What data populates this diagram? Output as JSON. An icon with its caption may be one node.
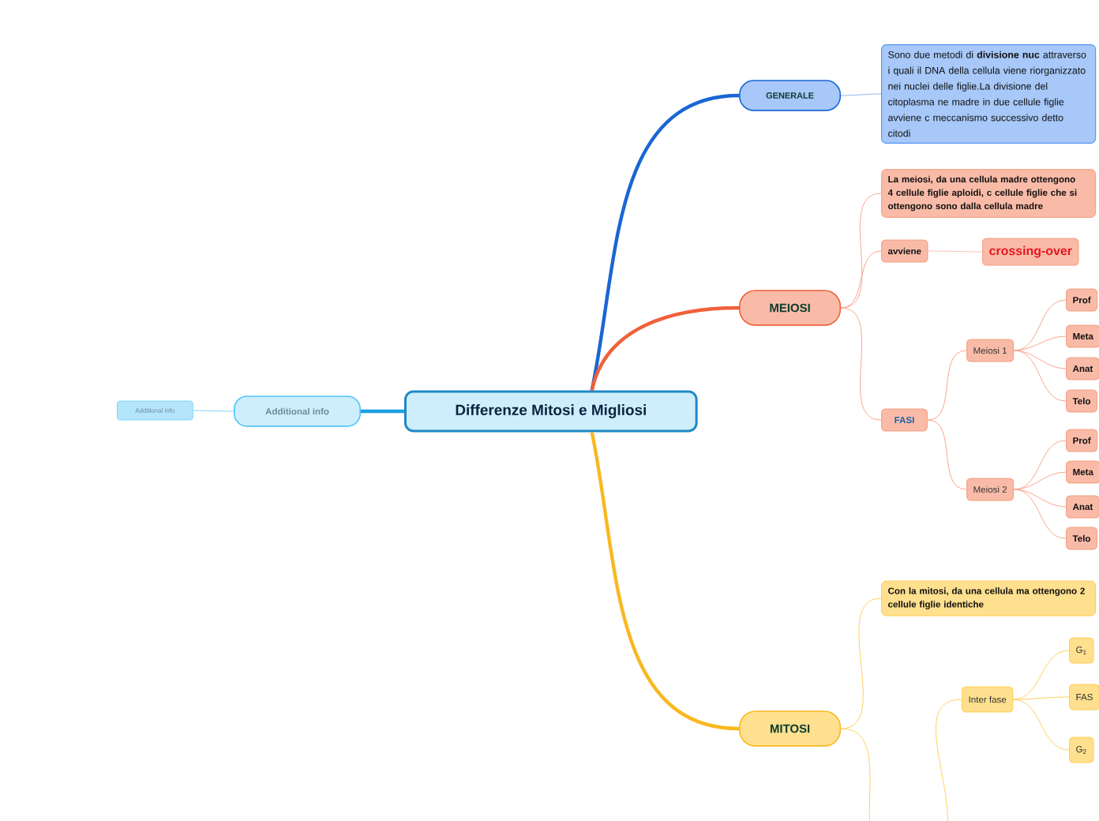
{
  "diagram": {
    "nodes": [
      {
        "text": [
          "Differenze Mitosi e Migliosi"
        ]
      },
      {
        "text": [
          "Additional info"
        ]
      },
      {
        "text": [
          "Additional info"
        ]
      },
      {
        "text": [
          "GENERALE"
        ]
      },
      {
        "text": [
          "Sono due metodi di **divisione nuc** attraverso i quali il DNA della cellula viene riorganizzato nei nuclei delle figlie.La divisione del citoplasma ne madre in due cellule figlie avviene c meccanismo successivo detto citodi"
        ]
      },
      {
        "text": [
          "MEIOSI"
        ]
      },
      {
        "text": [
          "La meiosi, da una cellula madre ottengono 4 cellule figlie aploidi, c cellule figlie che si ottengono sono dalla cellula madre"
        ]
      },
      {
        "text": [
          "avviene"
        ]
      },
      {
        "text": [
          "crossing-over"
        ]
      },
      {
        "text": [
          "FASI"
        ]
      },
      {
        "text": [
          "Meiosi 1"
        ]
      },
      {
        "text": [
          "Prof"
        ]
      },
      {
        "text": [
          "Meta"
        ]
      },
      {
        "text": [
          "Anat"
        ]
      },
      {
        "text": [
          "Telo"
        ]
      },
      {
        "text": [
          "Meiosi 2"
        ]
      },
      {
        "text": [
          "Prof"
        ]
      },
      {
        "text": [
          "Meta"
        ]
      },
      {
        "text": [
          "Anat"
        ]
      },
      {
        "text": [
          "Telo"
        ]
      },
      {
        "text": [
          "MITOSI"
        ]
      },
      {
        "text": [
          "Con la mitosi, da una cellula ma ottengono 2 cellule figlie identiche"
        ]
      },
      {
        "text": [
          "Inter fase"
        ]
      },
      {
        "text": [
          "G$_{1}$"
        ]
      },
      {
        "text": [
          "FAS"
        ]
      },
      {
        "text": [
          "G$_{2}$"
        ]
      }
    ],
    "edges": [
      {
        "from": 0,
        "to": 1,
        "arrow": "none",
        "style": "thick",
        "color": "#1ea0e0"
      },
      {
        "from": 1,
        "to": 2,
        "arrow": "none",
        "color": "#81d4fa"
      },
      {
        "from": 0,
        "to": 3,
        "arrow": "none",
        "style": "thick",
        "color": "#1a66d4"
      },
      {
        "from": 3,
        "to": 4,
        "arrow": "none",
        "color": "#90b8f5"
      },
      {
        "from": 0,
        "to": 5,
        "arrow": "none",
        "style": "thick",
        "color": "#f0603a"
      },
      {
        "from": 5,
        "to": 6,
        "arrow": "none",
        "color": "#f9a58e"
      },
      {
        "from": 5,
        "to": 7,
        "arrow": "none",
        "color": "#f9a58e"
      },
      {
        "from": 7,
        "to": 8,
        "arrow": "none",
        "color": "#f9c4b2"
      },
      {
        "from": 5,
        "to": 9,
        "arrow": "none",
        "color": "#f9a58e"
      },
      {
        "from": 9,
        "to": 10,
        "arrow": "none",
        "color": "#f9a58e"
      },
      {
        "from": 10,
        "to": 11,
        "arrow": "none",
        "color": "#f9a58e"
      },
      {
        "from": 10,
        "to": 12,
        "arrow": "none",
        "color": "#f9a58e"
      },
      {
        "from": 10,
        "to": 13,
        "arrow": "none",
        "color": "#f9a58e"
      },
      {
        "from": 10,
        "to": 14,
        "arrow": "none",
        "color": "#f9a58e"
      },
      {
        "from": 9,
        "to": 15,
        "arrow": "none",
        "color": "#f9a58e"
      },
      {
        "from": 15,
        "to": 16,
        "arrow": "none",
        "color": "#f9a58e"
      },
      {
        "from": 15,
        "to": 17,
        "arrow": "none",
        "color": "#f9a58e"
      },
      {
        "from": 15,
        "to": 18,
        "arrow": "none",
        "color": "#f9a58e"
      },
      {
        "from": 15,
        "to": 19,
        "arrow": "none",
        "color": "#f9a58e"
      },
      {
        "from": 0,
        "to": 20,
        "arrow": "none",
        "style": "thick",
        "color": "#f9b820"
      },
      {
        "from": 20,
        "to": 21,
        "arrow": "none",
        "color": "#ffd060"
      },
      {
        "from": 20,
        "to": null,
        "arrow": "none",
        "color": "#ffd060"
      },
      {
        "from": null,
        "to": 22,
        "arrow": "none",
        "color": "#ffd060"
      },
      {
        "from": 22,
        "to": 23,
        "arrow": "none",
        "color": "#ffd060"
      },
      {
        "from": 22,
        "to": 24,
        "arrow": "none",
        "color": "#ffd060"
      },
      {
        "from": 22,
        "to": 25,
        "arrow": "none",
        "color": "#ffd060"
      }
    ]
  }
}
